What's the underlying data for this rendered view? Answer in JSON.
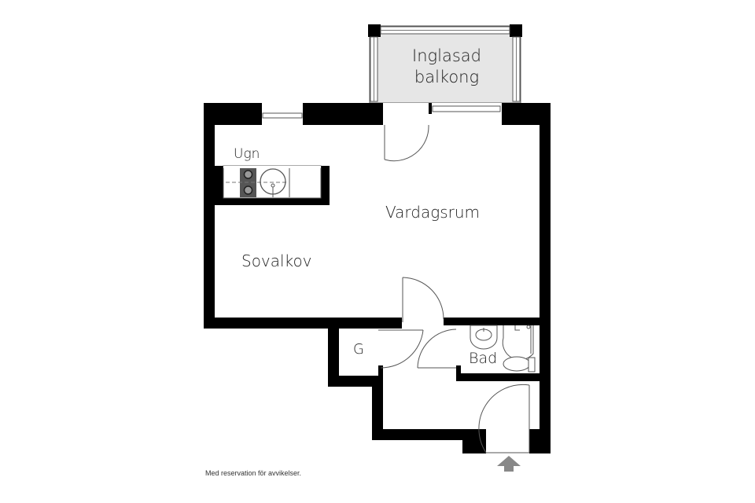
{
  "floorplan": {
    "rooms": [
      {
        "id": "balkong",
        "label": "Inglasad\nbalkong",
        "label_line1": "Inglasad",
        "label_line2": "balkong"
      },
      {
        "id": "ugn",
        "label": "Ugn"
      },
      {
        "id": "vardagsrum",
        "label": "Vardagsrum"
      },
      {
        "id": "sovalkov",
        "label": "Sovalkov"
      },
      {
        "id": "garderob",
        "label": "G"
      },
      {
        "id": "bad",
        "label": "Bad"
      }
    ],
    "disclaimer": "Med reservation för avvikelser.",
    "entrance_icon": "arrow-up-icon",
    "colors": {
      "wall": "#000000",
      "balcony_fill": "#e6e6e6",
      "stove_fill": "#555555",
      "arrow": "#888888",
      "line": "#555555"
    }
  }
}
